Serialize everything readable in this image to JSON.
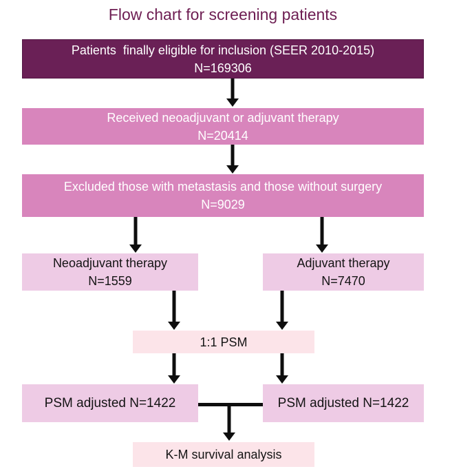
{
  "title": "Flow chart for screening patients",
  "colors": {
    "title_text": "#6d1d52",
    "dark_box_bg": "#6a2056",
    "dark_box_border": "#521543",
    "pink_box_bg": "#d885bc",
    "light_box_bg": "#eecbe5",
    "pale_box_bg": "#fce4e9",
    "dark_box_text": "#ffffff",
    "light_box_text": "#141414",
    "arrow": "#0e0e0e"
  },
  "nodes": {
    "eligible": {
      "label": "Patients  finally eligible for inclusion (SEER 2010-2015)",
      "count": "N=169306"
    },
    "received": {
      "label": "Received neoadjuvant or adjuvant therapy",
      "count": "N=20414"
    },
    "excluded": {
      "label": "Excluded those with metastasis and those without surgery",
      "count": "N=9029"
    },
    "neoadjuvant": {
      "label": "Neoadjuvant therapy",
      "count": "N=1559"
    },
    "adjuvant": {
      "label": "Adjuvant therapy",
      "count": "N=7470"
    },
    "psm": {
      "label": "1:1 PSM"
    },
    "psm_adjusted_left": {
      "label": "PSM adjusted N=1422"
    },
    "psm_adjusted_right": {
      "label": "PSM adjusted N=1422"
    },
    "km": {
      "label": "K-M survival analysis"
    }
  }
}
